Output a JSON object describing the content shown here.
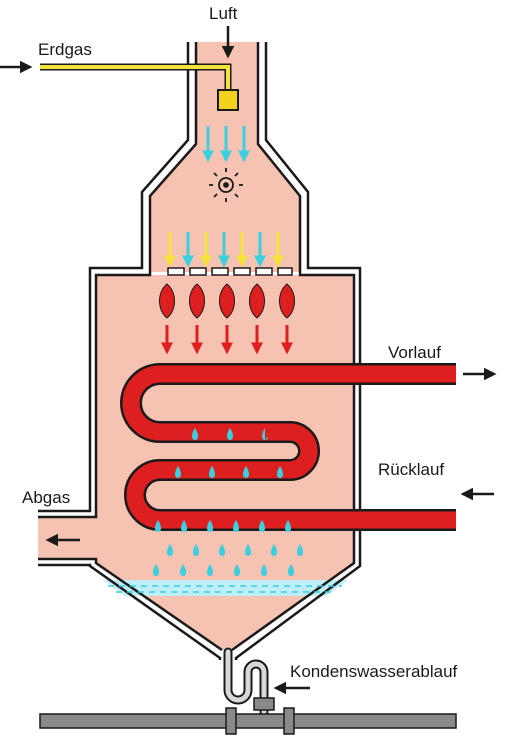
{
  "labels": {
    "air": "Luft",
    "gas": "Erdgas",
    "supply": "Vorlauf",
    "return": "Rücklauf",
    "exhaust": "Abgas",
    "condensate": "Kondenswasserablauf"
  },
  "colors": {
    "chamber": "#f6c2b2",
    "outline": "#1a1a1a",
    "flame": "#dd1f1f",
    "gas_line": "#f2e23a",
    "air_arrow": "#3ccfe0",
    "water": "#bfeff6",
    "pipe": "#8a8a8a",
    "burner_box": "#f2d21b"
  },
  "icons": [
    "fan-icon",
    "flame-icon",
    "water-drop-icon",
    "arrow-icon"
  ]
}
